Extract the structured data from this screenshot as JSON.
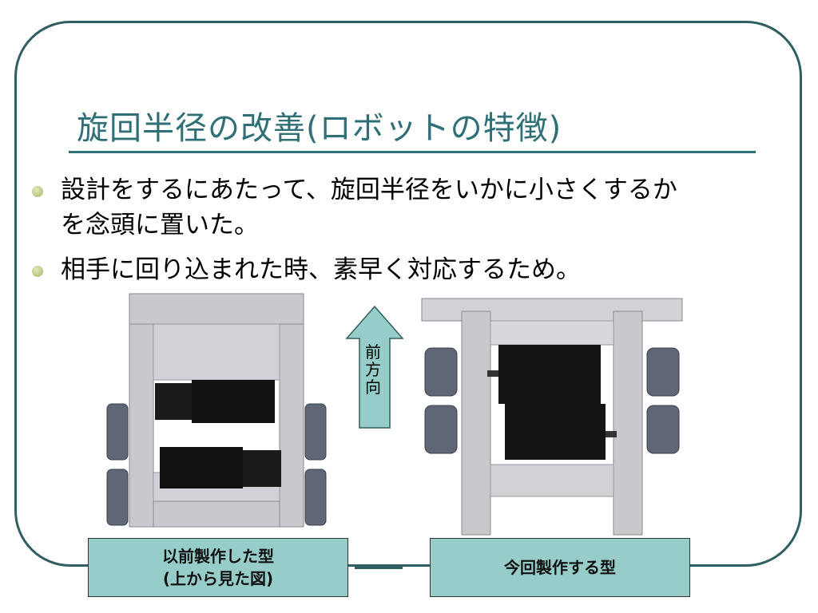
{
  "title": "旋回半径の改善(ロボットの特徴)",
  "bullets": [
    {
      "line1": "設計をするにあたって、旋回半径をいかに小さくするか",
      "line2": "を念頭に置いた。"
    },
    {
      "line1": "相手に回り込まれた時、素早く対応するため。"
    }
  ],
  "arrow": {
    "chars": [
      "前",
      "方",
      "向"
    ]
  },
  "captions": {
    "left": {
      "line1": "以前製作した型",
      "line2": "(上から見た図)"
    },
    "right": {
      "line1": "今回製作する型"
    }
  },
  "colors": {
    "accent": "#2f6f76",
    "caption_bg": "#96cdc9",
    "arrow_fill": "#96cdc9",
    "frame": "#2f5f60"
  }
}
